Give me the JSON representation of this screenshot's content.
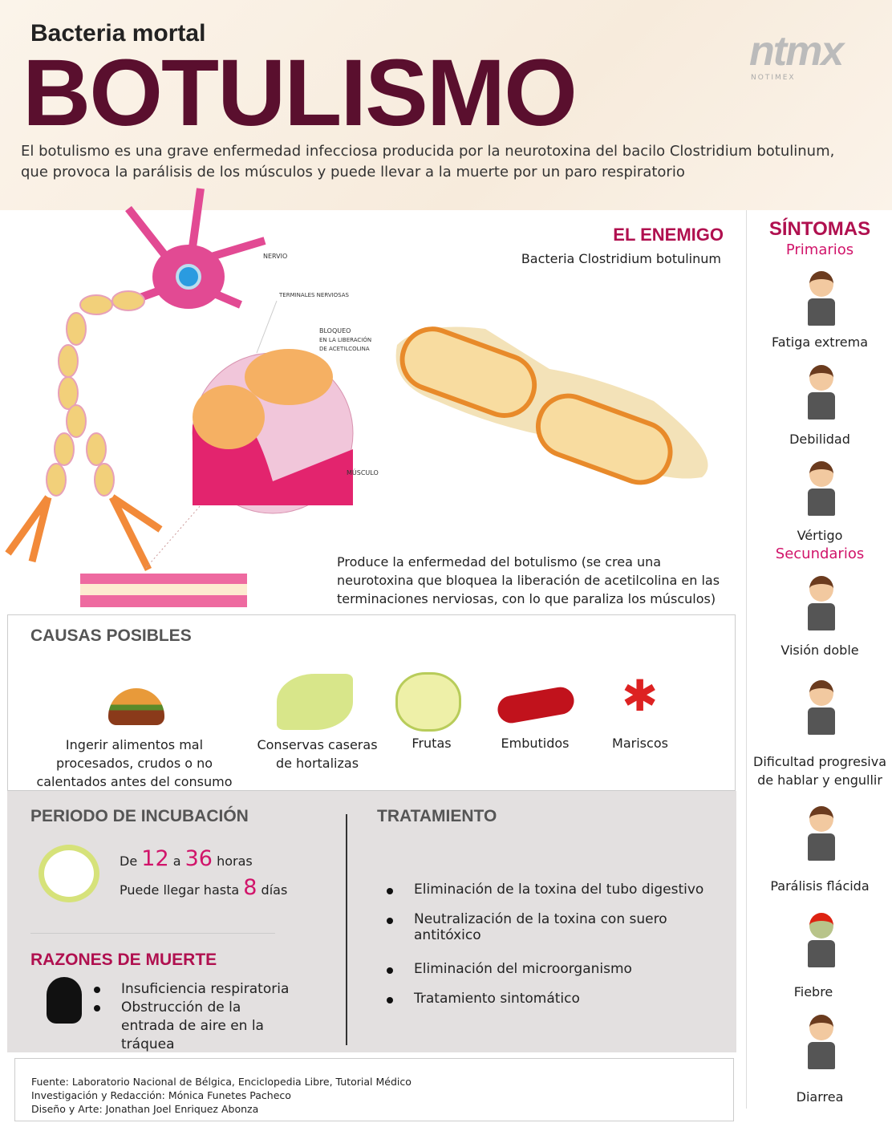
{
  "header": {
    "subtitle": "Bacteria mortal",
    "title": "BOTULISMO",
    "intro": "El botulismo es una grave enfermedad infecciosa producida por la neurotoxina del bacilo Clostridium botulinum, que provoca la parálisis de los músculos y puede llevar a la muerte por un paro respiratorio",
    "logo": "ntmx",
    "logo_sub": "NOTIMEX"
  },
  "diagram": {
    "labels": {
      "nervio": "NERVIO",
      "terminales": "TERMINALES NERVIOSAS",
      "bloqueo1": "BLOQUEO",
      "bloqueo2": "EN LA LIBERACIÓN",
      "bloqueo3": "DE   ACETILCOLINA",
      "musculo": "MÚSCULO"
    }
  },
  "enemigo": {
    "title": "EL ENEMIGO",
    "subtitle": "Bacteria Clostridium botulinum",
    "description": "Produce la enfermedad del botulismo (se crea una neurotoxina que bloquea la liberación de acetilcolina en las terminaciones nerviosas, con lo que paraliza los músculos)"
  },
  "causas": {
    "title": "CAUSAS POSIBLES",
    "items": [
      "Ingerir alimentos mal procesados, crudos o no calentados antes del consumo",
      "Conservas caseras de hortalizas",
      "Frutas",
      "Embutidos",
      "Mariscos"
    ]
  },
  "incubacion": {
    "title": "PERIODO DE INCUBACIÓN",
    "de": "De",
    "n1": "12",
    "a": "a",
    "n2": "36",
    "horas": "horas",
    "hasta": "Puede llegar hasta",
    "n3": "8",
    "dias": "días"
  },
  "muerte": {
    "title": "RAZONES DE MUERTE",
    "items": [
      "Insuficiencia respiratoria",
      "Obstrucción de la entrada de aire en la tráquea"
    ]
  },
  "tratamiento": {
    "title": "TRATAMIENTO",
    "items": [
      "Eliminación de la toxina del tubo digestivo",
      "Neutralización de la toxina con suero antitóxico",
      "Eliminación del microorganismo",
      "Tratamiento sintomático"
    ]
  },
  "sintomas": {
    "title": "SÍNTOMAS",
    "primarios": "Primarios",
    "secundarios": "Secundarios",
    "items": [
      "Fatiga extrema",
      "Debilidad",
      "Vértigo",
      "Visión doble",
      "Dificultad progresiva de hablar y engullir",
      "Parálisis flácida",
      "Fiebre",
      "Diarrea"
    ]
  },
  "footer": {
    "lines": [
      "Fuente: Laboratorio Nacional de Bélgica, Enciclopedia Libre, Tutorial Médico",
      "Investigación y Redacción: Mónica Funetes Pacheco",
      "Diseño y Arte: Jonathan Joel Enriquez Abonza"
    ]
  },
  "colors": {
    "title": "#5a0f2e",
    "accent": "#d1146a",
    "heading": "#555555",
    "panel": "#e3e0e0"
  }
}
